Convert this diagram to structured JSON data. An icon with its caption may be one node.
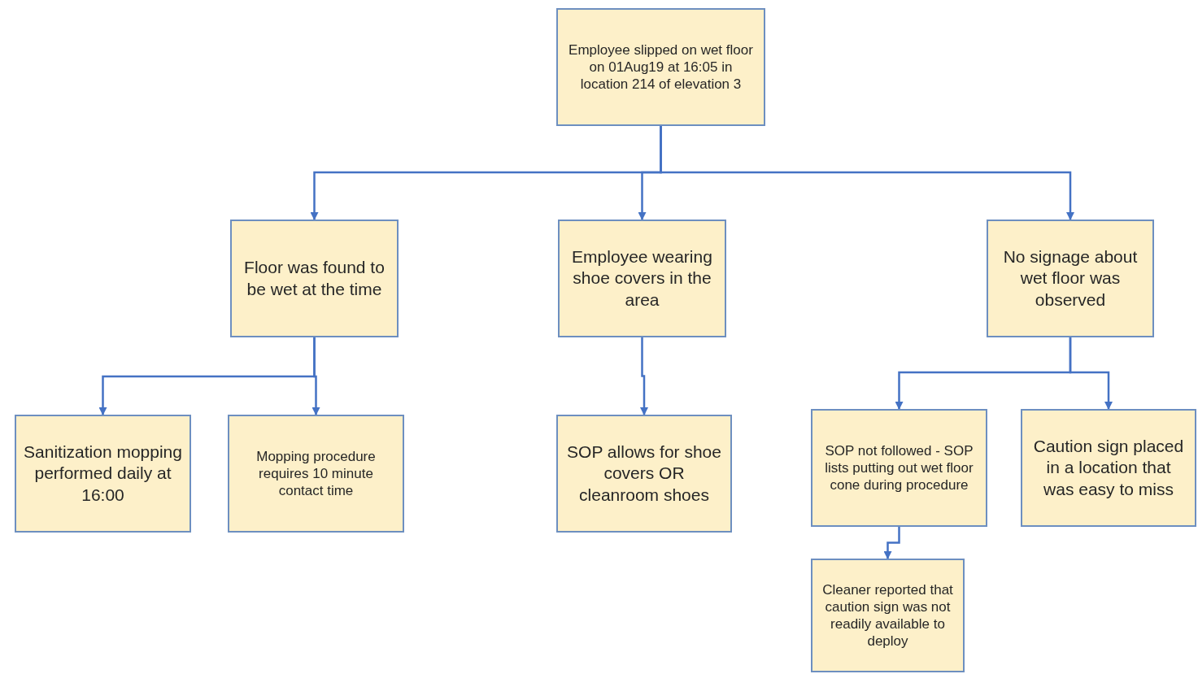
{
  "diagram": {
    "nodes": [
      {
        "text": [
          "Employee slipped on wet floor on 01Aug19 at 16:05 in location 214 of elevation 3"
        ]
      },
      {
        "text": [
          "Floor was found to be wet at the time"
        ]
      },
      {
        "text": [
          "Employee wearing shoe covers in the area"
        ]
      },
      {
        "text": [
          "No signage about wet floor was observed"
        ]
      },
      {
        "text": [
          "Sanitization mopping performed daily at 16:00"
        ]
      },
      {
        "text": [
          "Mopping procedure requires 10 minute contact time"
        ]
      },
      {
        "text": [
          "SOP allows for shoe covers OR cleanroom shoes"
        ]
      },
      {
        "text": [
          "SOP not followed - SOP lists putting out wet floor cone during procedure"
        ]
      },
      {
        "text": [
          "Caution sign placed in a location that was easy to miss"
        ]
      },
      {
        "text": [
          "Cleaner reported that caution sign was not readily available to deploy"
        ]
      }
    ],
    "edges": [
      {
        "from": 0,
        "to": 1,
        "arrow": "to"
      },
      {
        "from": 0,
        "to": 2,
        "arrow": "to"
      },
      {
        "from": 0,
        "to": 3,
        "arrow": "to"
      },
      {
        "from": 1,
        "to": 4,
        "arrow": "to"
      },
      {
        "from": 1,
        "to": 5,
        "arrow": "to"
      },
      {
        "from": 2,
        "to": 6,
        "arrow": "to"
      },
      {
        "from": 3,
        "to": 7,
        "arrow": "to"
      },
      {
        "from": 3,
        "to": 8,
        "arrow": "to"
      },
      {
        "from": 7,
        "to": 9,
        "arrow": "to"
      }
    ]
  }
}
